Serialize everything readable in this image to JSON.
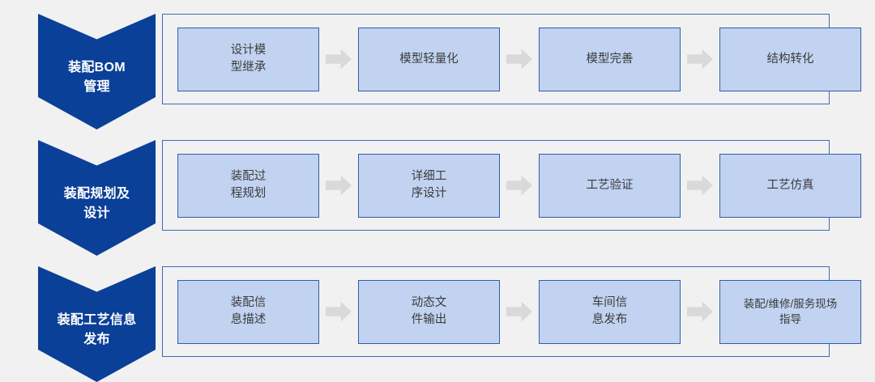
{
  "diagram": {
    "type": "process-flow",
    "background_color": "#F1F1F1",
    "chevron_color": "#0B4098",
    "chevron_text_color": "#FFFFFF",
    "stage_fill_color": "#C1D3F1",
    "stage_border_color": "#2F5EA8",
    "panel_border_color": "#3C6CB4",
    "arrow_color": "#D9D9D9",
    "rows": [
      {
        "label": "装配BOM\n管理",
        "stages": [
          {
            "label": "设计模\n型继承"
          },
          {
            "label": "模型轻量化"
          },
          {
            "label": "模型完善"
          },
          {
            "label": "结构转化"
          }
        ]
      },
      {
        "label": "装配规划及\n设计",
        "stages": [
          {
            "label": "装配过\n程规划"
          },
          {
            "label": "详细工\n序设计"
          },
          {
            "label": "工艺验证"
          },
          {
            "label": "工艺仿真"
          }
        ]
      },
      {
        "label": "装配工艺信息\n发布",
        "stages": [
          {
            "label": "装配信\n息描述"
          },
          {
            "label": "动态文\n件输出"
          },
          {
            "label": "车间信\n息发布"
          },
          {
            "label": "装配/维修/服务现场\n指导"
          }
        ]
      }
    ]
  }
}
